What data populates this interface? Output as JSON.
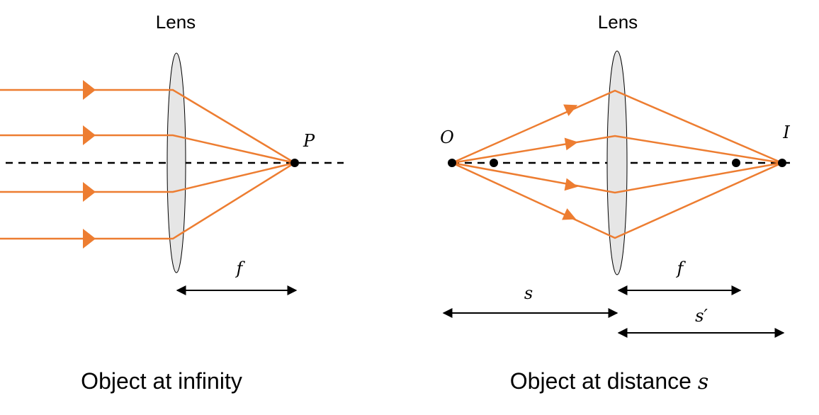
{
  "colors": {
    "ray": "#ED7D31",
    "lens_fill": "#E6E6E6",
    "axis": "#000000"
  },
  "left_panel": {
    "lens_label": "Lens",
    "focal_point_label": "P",
    "focal_length_label": "f",
    "caption": "Object at infinity"
  },
  "right_panel": {
    "lens_label": "Lens",
    "object_label": "O",
    "image_label": "I",
    "focal_length_label": "f",
    "object_distance_label": "s",
    "image_distance_label": "s′",
    "caption_prefix": "Object at distance ",
    "caption_var": "s"
  }
}
